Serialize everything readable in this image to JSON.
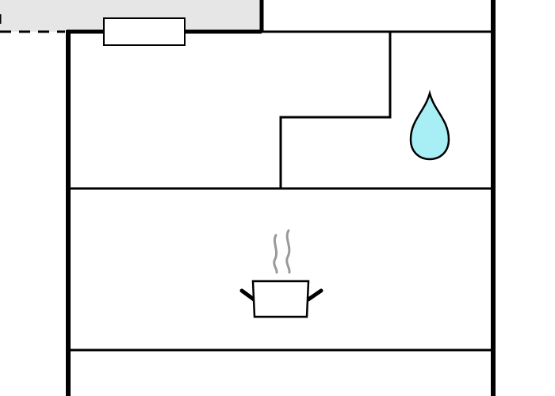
{
  "plan": {
    "colors": {
      "wall": "#000000",
      "background": "#ffffff",
      "exterior_fill": "#e6e6e6",
      "water_fill": "#a8eef5",
      "steam": "#999999"
    },
    "rooms": [
      {
        "name": "upper-room",
        "fixture": "water-drop-icon"
      },
      {
        "name": "kitchen",
        "fixture": "cooking-pot-icon"
      },
      {
        "name": "lower-room",
        "fixture": ""
      }
    ],
    "icons": [
      "window-icon",
      "water-drop-icon",
      "cooking-pot-icon",
      "steam-icon"
    ]
  }
}
